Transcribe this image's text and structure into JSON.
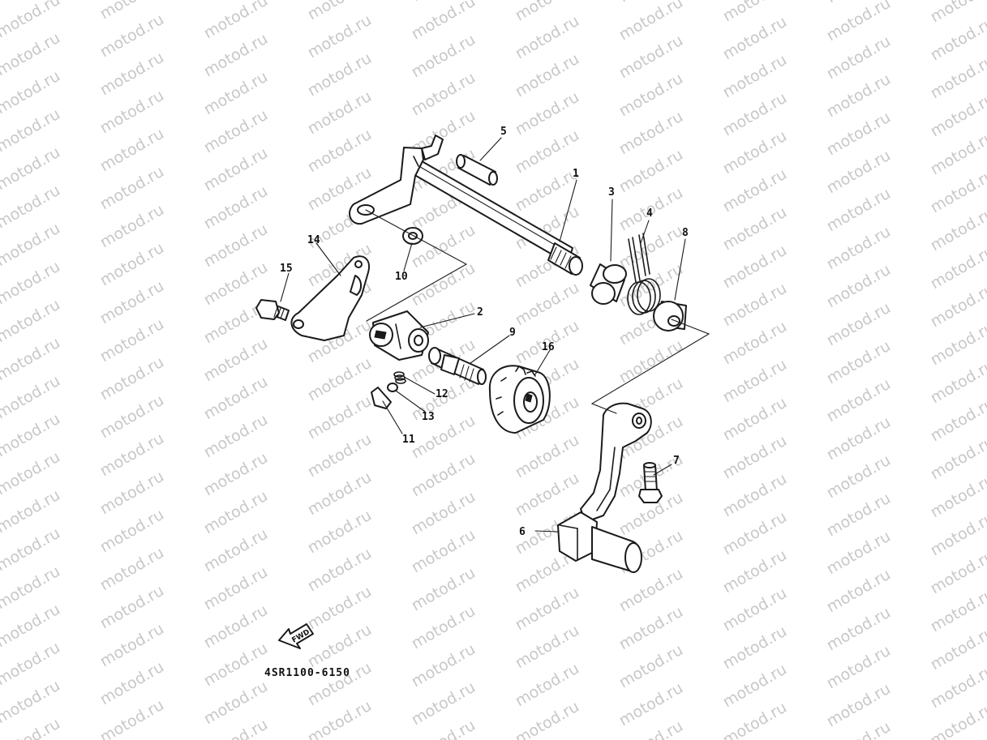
{
  "watermark": {
    "text": "motod.ru"
  },
  "diagram": {
    "parts": [
      {
        "id": "1",
        "label": "1"
      },
      {
        "id": "2",
        "label": "2"
      },
      {
        "id": "3",
        "label": "3"
      },
      {
        "id": "4",
        "label": "4"
      },
      {
        "id": "5",
        "label": "5"
      },
      {
        "id": "6",
        "label": "6"
      },
      {
        "id": "7",
        "label": "7"
      },
      {
        "id": "8",
        "label": "8"
      },
      {
        "id": "9",
        "label": "9"
      },
      {
        "id": "10",
        "label": "10"
      },
      {
        "id": "11",
        "label": "11"
      },
      {
        "id": "12",
        "label": "12"
      },
      {
        "id": "13",
        "label": "13"
      },
      {
        "id": "14",
        "label": "14"
      },
      {
        "id": "15",
        "label": "15"
      },
      {
        "id": "16",
        "label": "16"
      }
    ],
    "direction_badge": "FWD",
    "drawing_code": "4SR1100-6150"
  }
}
